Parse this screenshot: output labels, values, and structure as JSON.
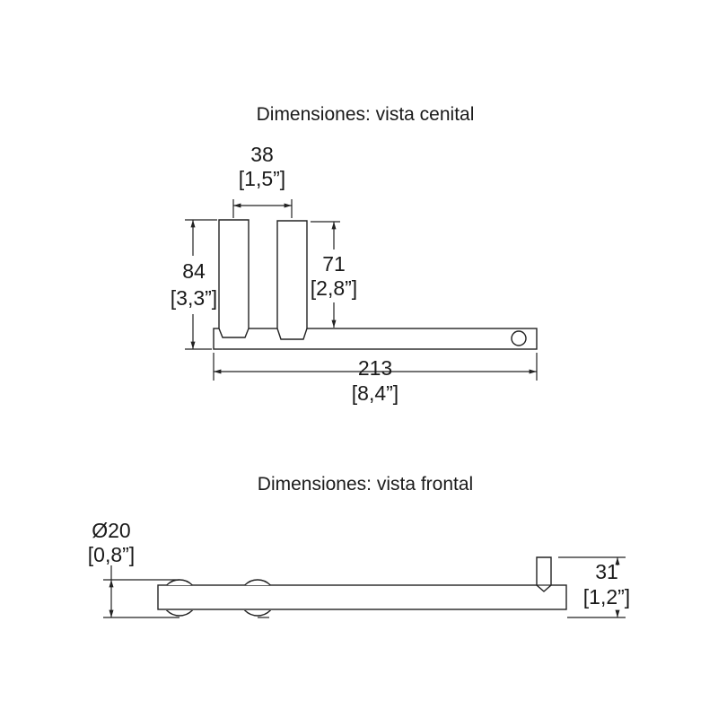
{
  "top_view": {
    "title": "Dimensiones: vista cenital",
    "dim_spacing": {
      "mm": "38",
      "in": "[1,5”]"
    },
    "dim_total_height": {
      "mm": "84",
      "in": "[3,3”]"
    },
    "dim_post_height": {
      "mm": "71",
      "in": "[2,8”]"
    },
    "dim_length": {
      "mm": "213",
      "in": "[8,4”]"
    }
  },
  "front_view": {
    "title": "Dimensiones: vista frontal",
    "dim_diameter": {
      "mm": "Ø20",
      "in": "[0,8”]"
    },
    "dim_height": {
      "mm": "31",
      "in": "[1,2”]"
    }
  }
}
